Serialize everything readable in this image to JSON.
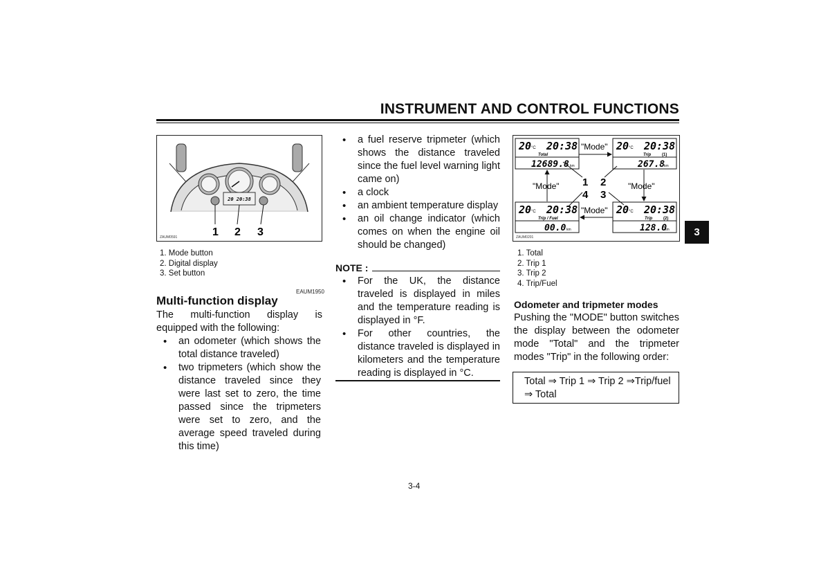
{
  "header": {
    "title": "INSTRUMENT AND CONTROL FUNCTIONS"
  },
  "chapter_tab": "3",
  "figure_left": {
    "callouts": [
      "1",
      "2",
      "3"
    ],
    "ref": "ZAUM0591",
    "lcd_text": "20  20:38",
    "captions": [
      "1.  Mode button",
      "2.  Digital display",
      "3.  Set button"
    ]
  },
  "section": {
    "ref": "EAUM1950",
    "heading": "Multi-function display",
    "intro": "The multi-function display is equipped with the following:",
    "bullets_col1": [
      "an odometer (which shows the total distance traveled)",
      "two tripmeters (which show the distance traveled since they were last set to zero, the time passed since the tripmeters were set to zero, and the average speed traveled during this time)"
    ],
    "bullets_col2": [
      "a fuel reserve tripmeter (which shows the distance traveled since the fuel level warning light came on)",
      "a clock",
      "an ambient temperature display",
      "an oil change indicator (which comes on when the engine oil should be changed)"
    ]
  },
  "note": {
    "label": "NOTE :",
    "bullets": [
      "For the UK, the distance traveled is displayed in miles and the temperature reading is displayed in °F.",
      "For other countries, the distance traveled is displayed in kilometers and the temperature reading is displayed in °C."
    ]
  },
  "figure_right": {
    "ref": "ZAUM0201",
    "temp": "20",
    "temp_unit": "°C",
    "clock": "20:38",
    "panels": [
      {
        "mode": "Total",
        "tag": "",
        "value": "12689.8",
        "unit": "km"
      },
      {
        "mode": "Trip",
        "tag": "(1)",
        "value": "267.8",
        "unit": "km"
      },
      {
        "mode": "Trip / Fuel",
        "tag": "",
        "value": "00.0",
        "unit": "km"
      },
      {
        "mode": "Trip",
        "tag": "(2)",
        "value": "128.0",
        "unit": "km"
      }
    ],
    "mode_label": "\"Mode\"",
    "nums": [
      "1",
      "2",
      "4",
      "3"
    ],
    "captions": [
      "1.  Total",
      "2.  Trip 1",
      "3.  Trip 2",
      "4.  Trip/Fuel"
    ]
  },
  "odometer_section": {
    "heading": "Odometer and tripmeter modes",
    "text": "Pushing the \"MODE\" button switches the display between the odometer mode \"Total\" and the tripmeter modes \"Trip\" in the following order:",
    "sequence_line1": "Total ⇒ Trip 1 ⇒ Trip 2 ⇒Trip/fuel",
    "sequence_line2": "⇒ Total"
  },
  "page_number": "3-4"
}
